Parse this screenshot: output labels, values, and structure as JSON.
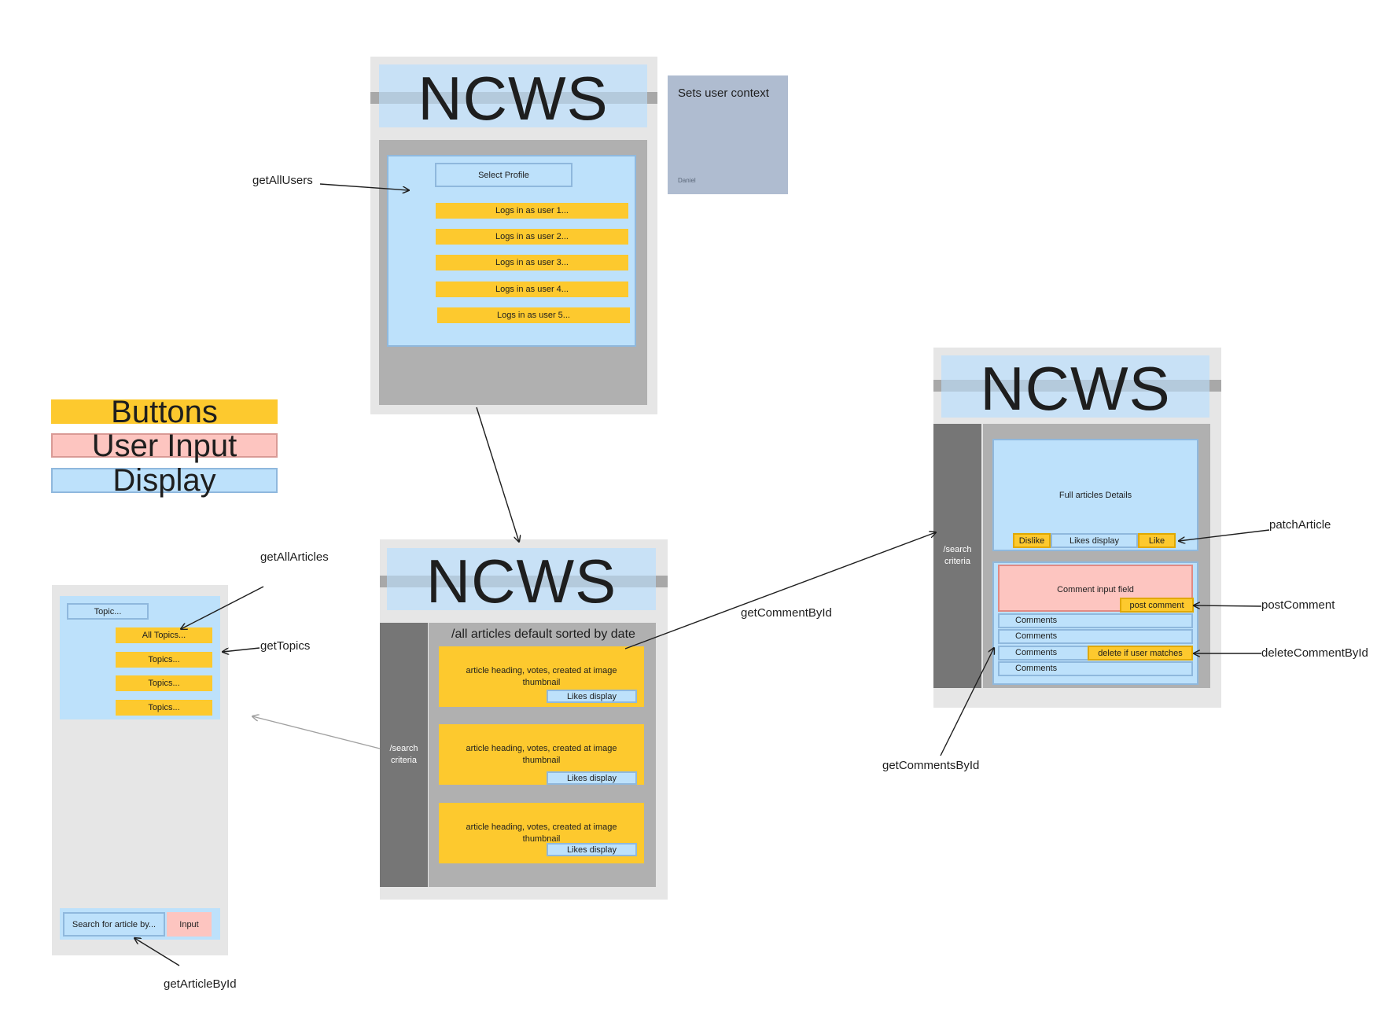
{
  "legend": {
    "buttons": "Buttons",
    "user_input": "User Input",
    "display": "Display"
  },
  "login_screen": {
    "logo": "NCWS",
    "select_profile": "Select Profile",
    "users": [
      "Logs in as user 1...",
      "Logs in as user 2...",
      "Logs in as user 3...",
      "Logs in as user 4...",
      "Logs in as user 5..."
    ]
  },
  "sticky_note": {
    "text": "Sets user context",
    "author": "Daniel"
  },
  "articles_screen": {
    "logo": "NCWS",
    "heading": "/all articles default sorted by date",
    "sidebar": "/search\ncriteria",
    "cards": [
      {
        "text": "article  heading, votes, created at image thumbnail",
        "likes": "Likes display"
      },
      {
        "text": "article  heading, votes, created at image thumbnail",
        "likes": "Likes display"
      },
      {
        "text": "article  heading, votes, created at image thumbnail",
        "likes": "Likes display"
      }
    ]
  },
  "search_panel": {
    "topic_label": "Topic...",
    "topics": [
      "All Topics...",
      "Topics...",
      "Topics...",
      "Topics..."
    ],
    "search_label": "Search for article by...",
    "input_label": "Input"
  },
  "article_screen": {
    "logo": "NCWS",
    "sidebar": "/search\ncriteria",
    "details": "Full articles Details",
    "dislike": "Dislike",
    "likes": "Likes display",
    "like": "Like",
    "comment_input": "Comment input field",
    "post_comment": "post comment",
    "comments": [
      "Comments",
      "Comments",
      "Comments",
      "Comments"
    ],
    "delete": "delete if user matches"
  },
  "api_labels": {
    "getAllUsers": "getAllUsers",
    "getAllArticles": "getAllArticles",
    "getTopics": "getTopics",
    "getArticleById": "getArticleById",
    "getCommentById": "getCommentById",
    "getCommentsById": "getCommentsById",
    "patchArticle": "patchArticle",
    "postComment": "postComment",
    "deleteCommentById": "deleteCommentById"
  }
}
